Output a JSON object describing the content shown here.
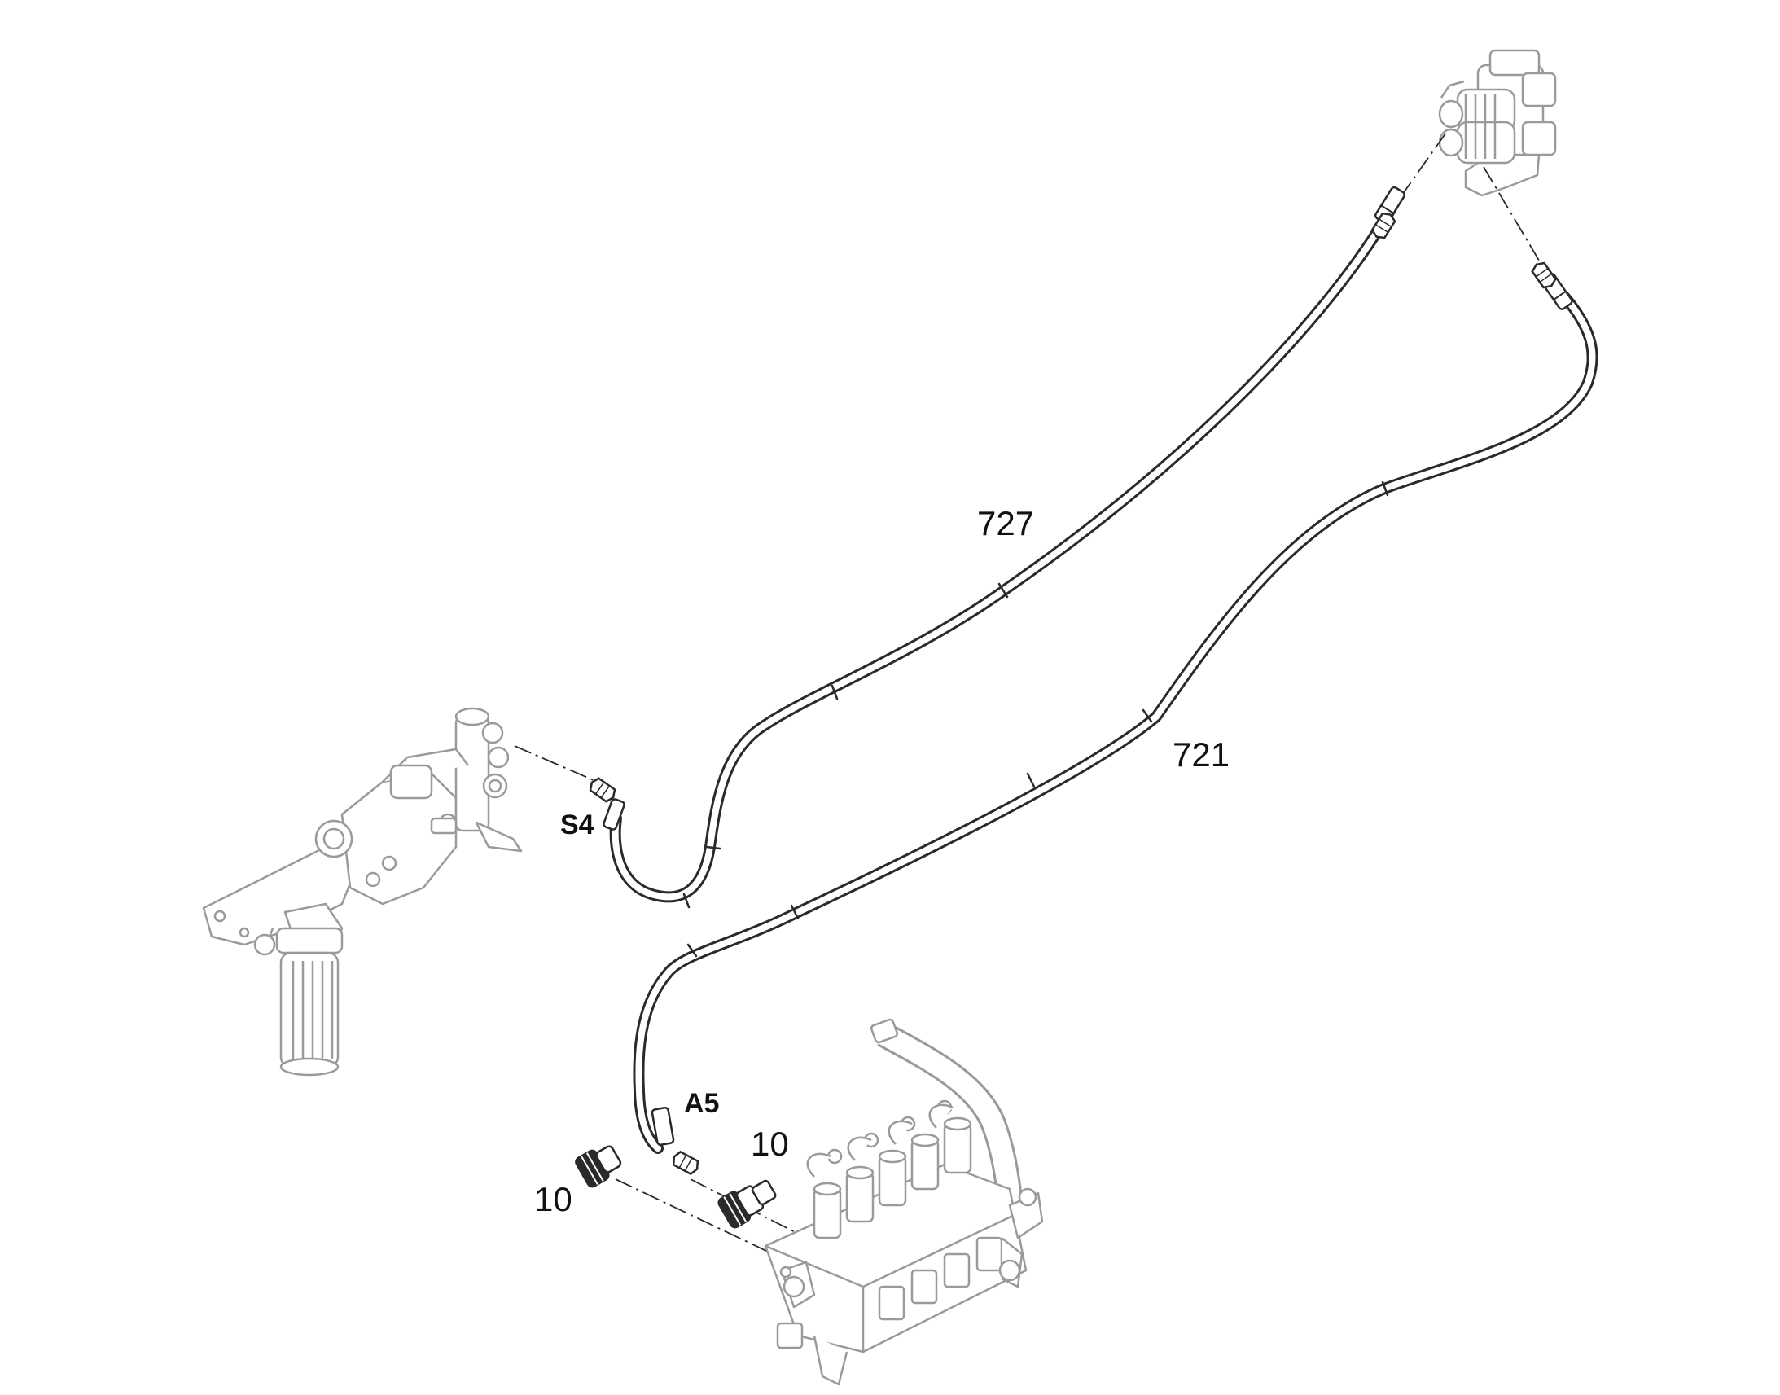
{
  "diagram": {
    "part_labels": {
      "hose_upper": "727",
      "hose_lower": "721",
      "adapter_left": "10",
      "adapter_right": "10"
    },
    "port_labels": {
      "filter_port": "S4",
      "valve_port": "A5"
    },
    "colors": {
      "line": "#2a2a2a",
      "ghost": "#9a9a9a",
      "background": "#ffffff"
    }
  }
}
